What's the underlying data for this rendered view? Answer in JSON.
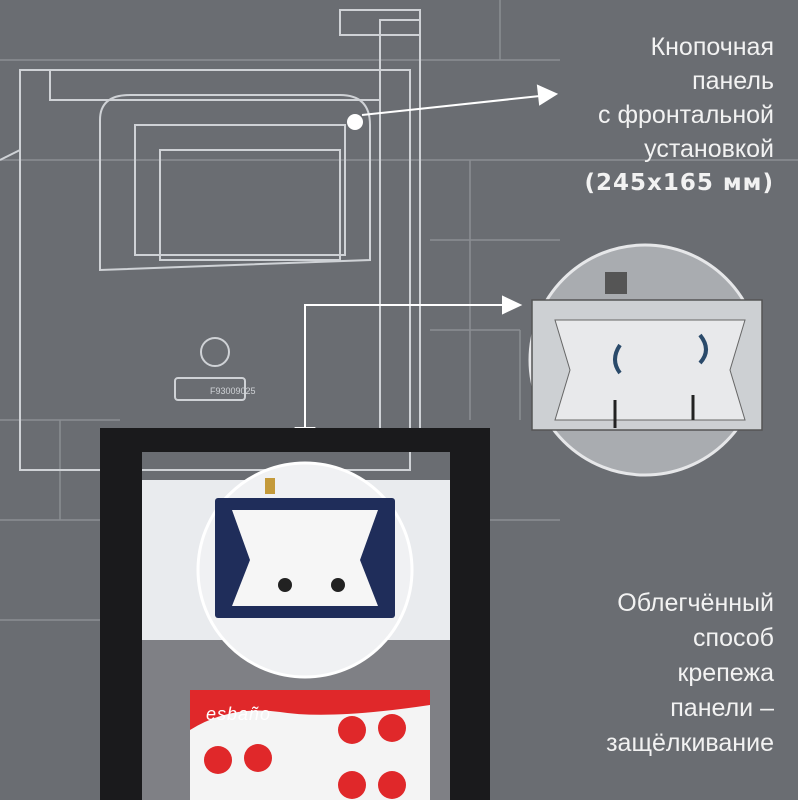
{
  "callouts": {
    "top": {
      "lines": [
        "Кнопочная",
        "панель",
        "с фронтальной",
        "установкой"
      ],
      "size": "(245x165 мм)"
    },
    "bottom": {
      "lines": [
        "Облегчённый",
        "способ",
        "крепежа",
        "панели –",
        "защёлкивание"
      ]
    }
  },
  "product": {
    "brand": "esbaño",
    "part_code": "F93009025"
  },
  "colors": {
    "background": "#6a6d72",
    "lines": "#c9ccd0",
    "frame": "#1a1a1c",
    "brand_red": "#e0282a"
  }
}
